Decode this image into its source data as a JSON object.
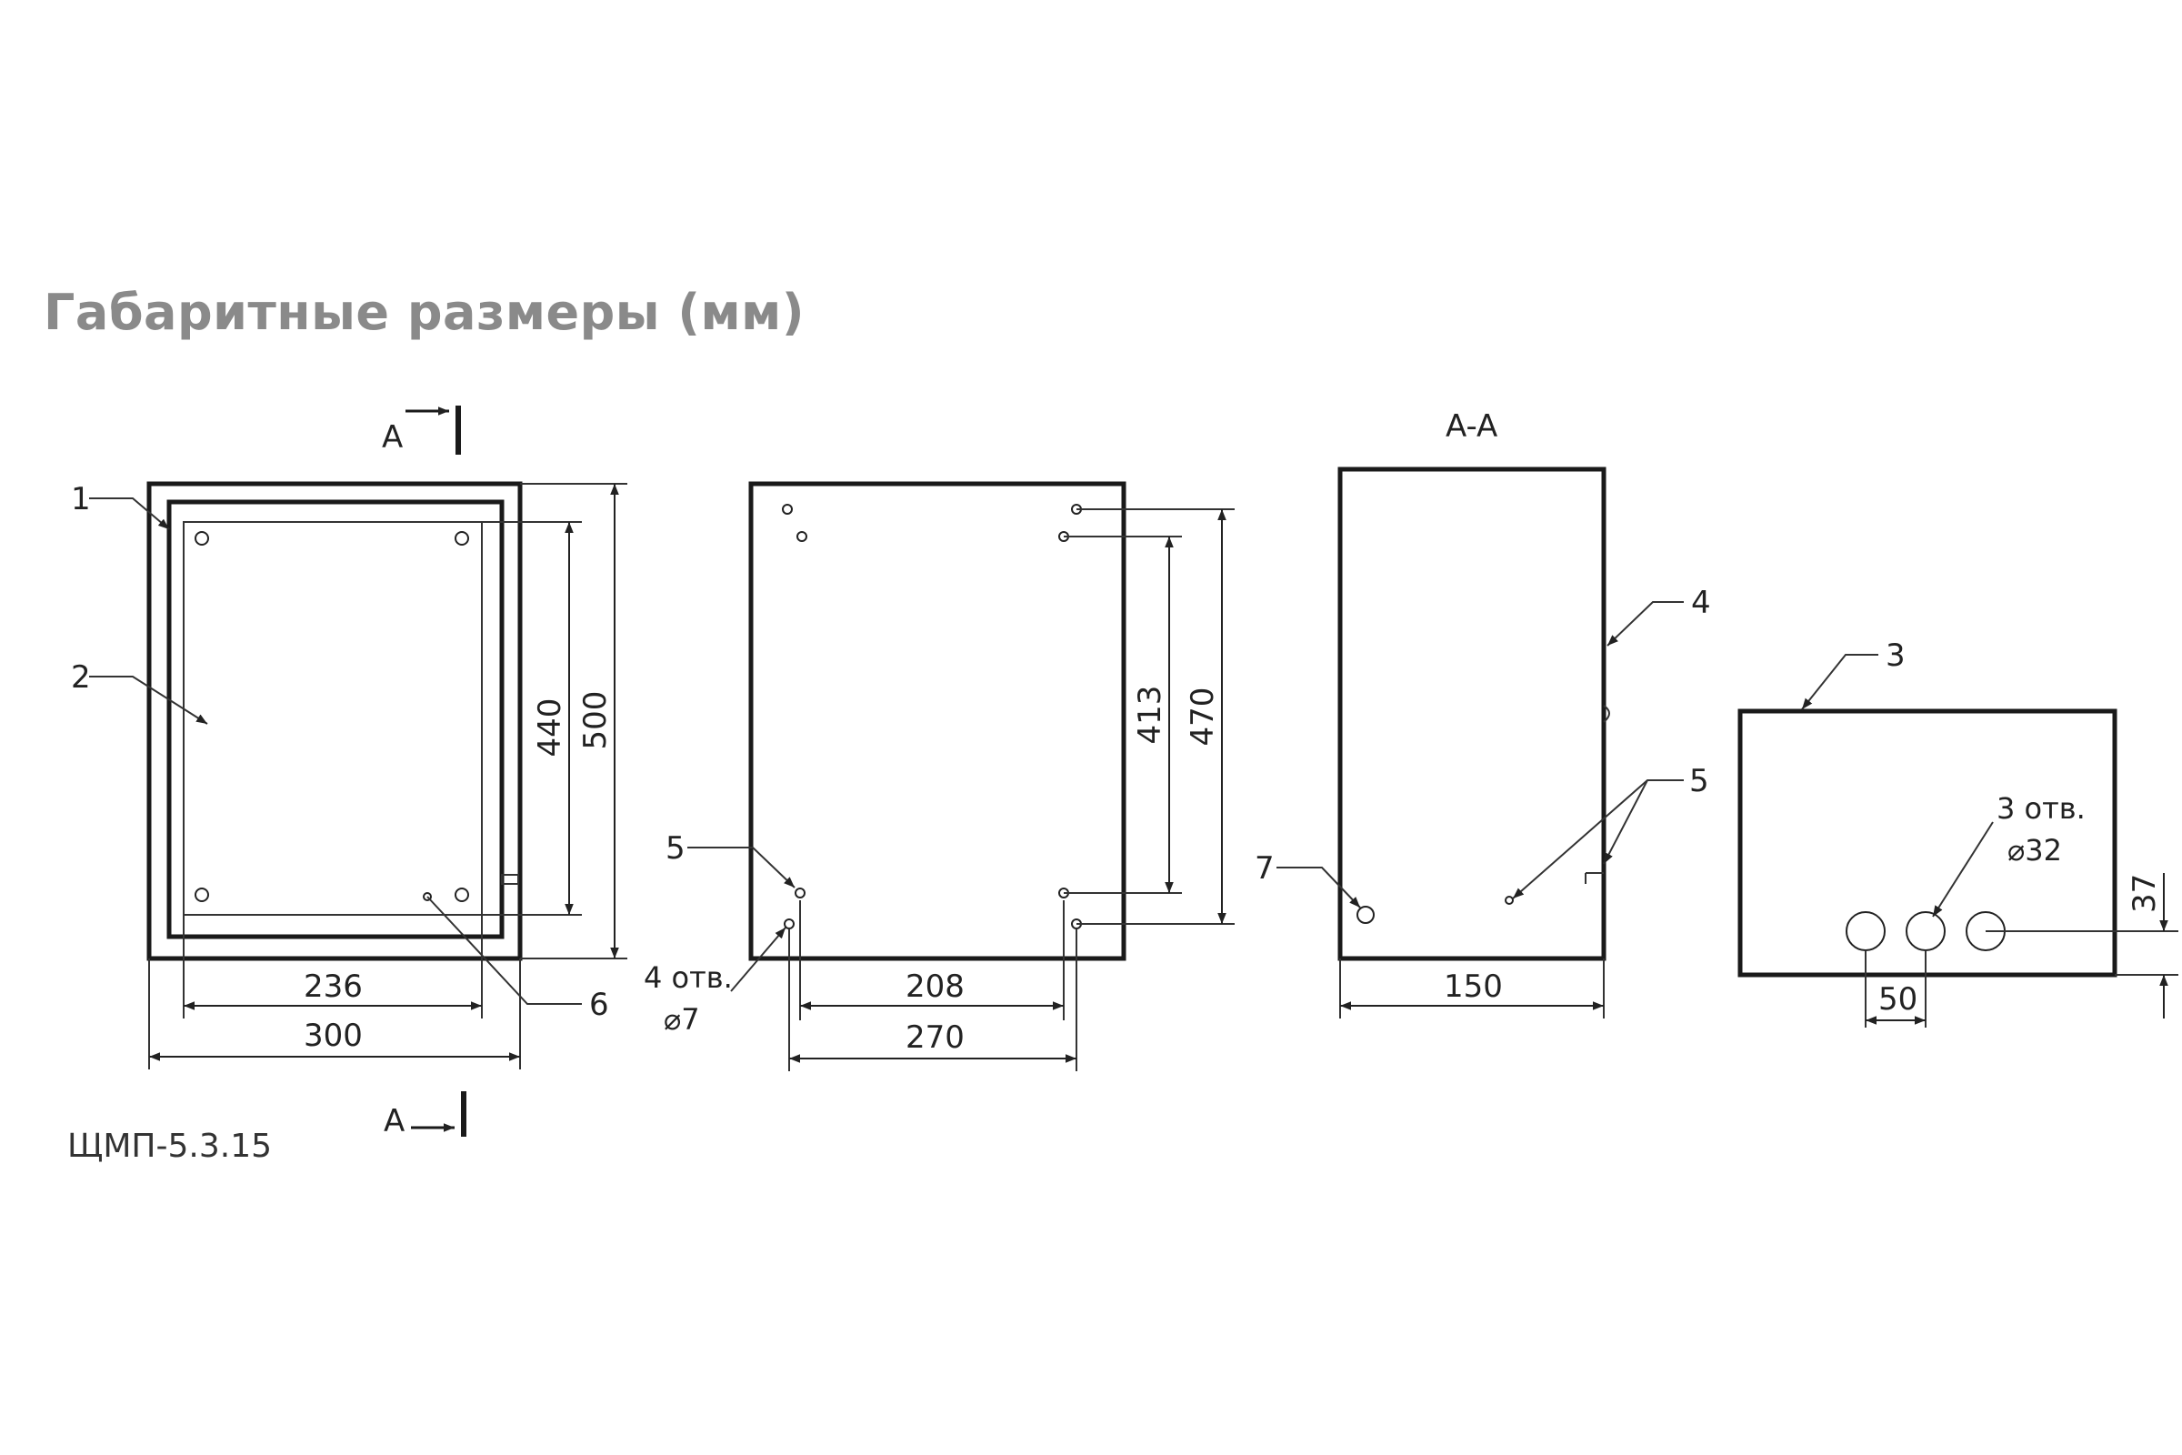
{
  "title": "Габаритные размеры (мм)",
  "model": "ЩМП-5.3.15",
  "section_marker": "A",
  "section_title": "A-A",
  "front_view": {
    "callouts": [
      "1",
      "2",
      "6"
    ],
    "dim_inner_width": "236",
    "dim_outer_width": "300",
    "dim_inner_height": "440",
    "dim_outer_height": "500"
  },
  "back_view": {
    "callout": "5",
    "holes_note_line1": "4 отв.",
    "holes_note_line2": "⌀7",
    "dim_inner_width": "208",
    "dim_outer_width": "270",
    "dim_inner_height": "413",
    "dim_outer_height": "470"
  },
  "side_view": {
    "callouts": [
      "4",
      "5",
      "7"
    ],
    "dim_depth": "150"
  },
  "bottom_view": {
    "callout": "3",
    "holes_note_line1": "3 отв.",
    "holes_note_line2": "⌀32",
    "dim_spacing": "50",
    "dim_offset": "37"
  }
}
